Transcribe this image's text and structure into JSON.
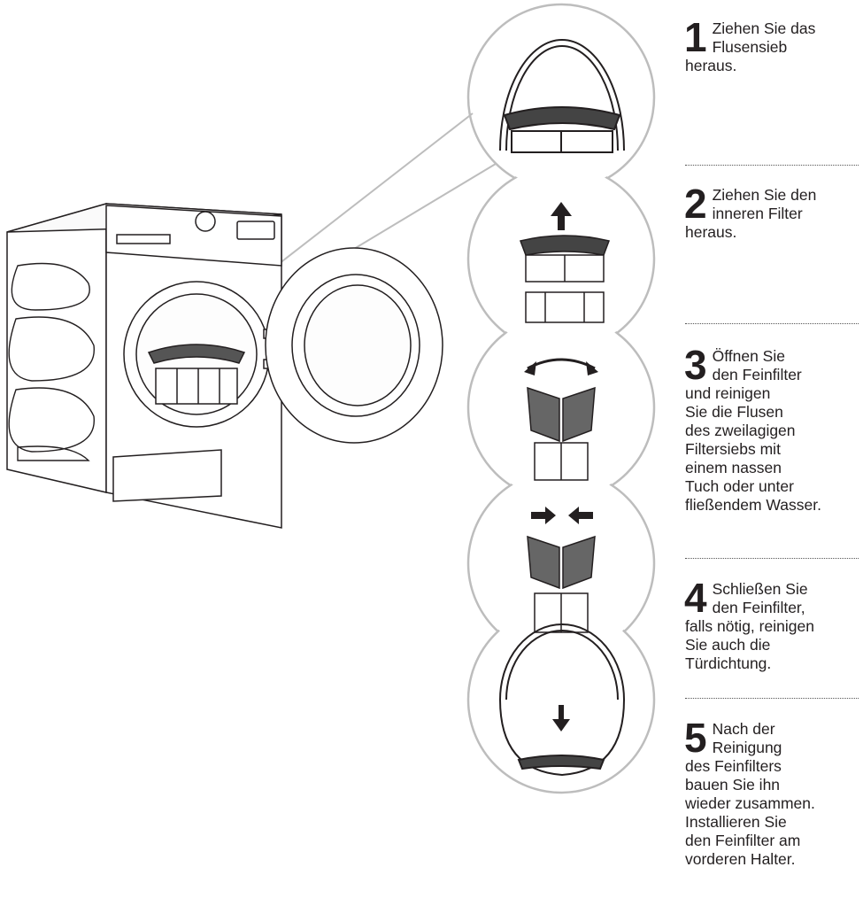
{
  "steps": [
    {
      "number": "1",
      "text": "Ziehen Sie das\nFlusensieb\nheraus."
    },
    {
      "number": "2",
      "text": "Ziehen Sie den\ninneren Filter\nheraus."
    },
    {
      "number": "3",
      "text": "Öffnen Sie\nden Feinfilter\nund reinigen\nSie die Flusen\ndes zweilagigen\nFiltersiebs mit\neinem nassen\nTuch oder unter\nfließendem Wasser."
    },
    {
      "number": "4",
      "text": "Schließen Sie\nden Feinfilter,\nfalls nötig, reinigen\nSie auch die\nTürdichtung."
    },
    {
      "number": "5",
      "text": "Nach der\nReinigung\ndes Feinfilters\nbauen Sie ihn\nwieder zusammen.\nInstallieren Sie\nden Feinfilter am\nvorderen Halter."
    }
  ]
}
